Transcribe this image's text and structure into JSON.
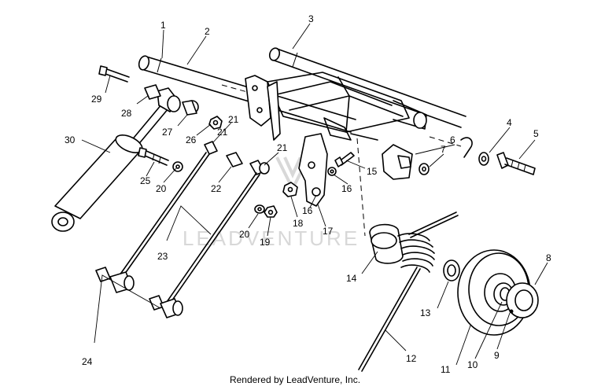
{
  "watermark": "LEADVENTURE",
  "footer": "Rendered by LeadVenture, Inc.",
  "callouts": [
    "1",
    "2",
    "3",
    "4",
    "5",
    "6",
    "7",
    "8",
    "9",
    "10",
    "11",
    "12",
    "13",
    "14",
    "15",
    "16",
    "16",
    "17",
    "18",
    "19",
    "20",
    "20",
    "21",
    "21",
    "21",
    "22",
    "23",
    "24",
    "25",
    "26",
    "27",
    "28",
    "29",
    "30"
  ]
}
